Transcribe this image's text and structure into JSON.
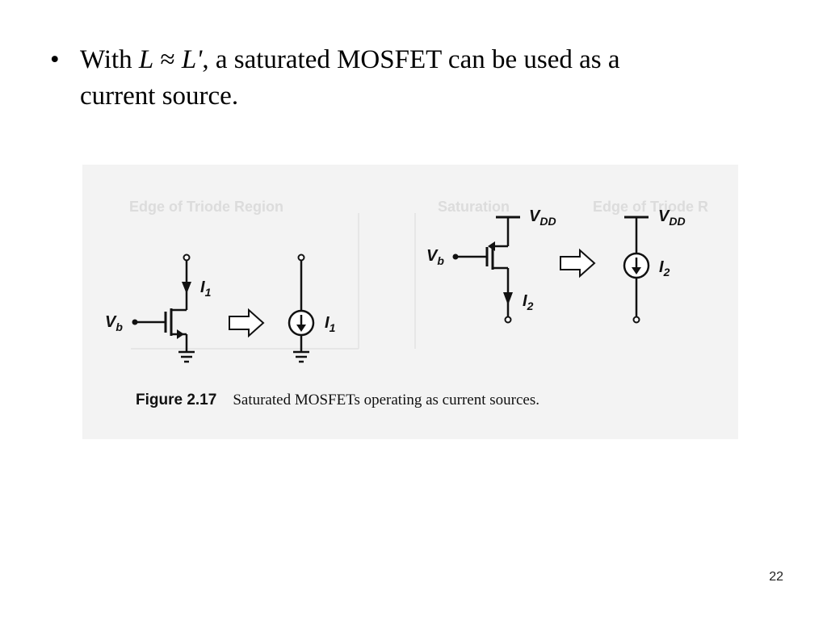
{
  "slide": {
    "bullet": {
      "marker": "•",
      "prefix": "With ",
      "var_l": "L",
      "approx": " ≈ ",
      "var_l_prime": "L'",
      "suffix_line1": ", a saturated MOSFET can be used as a",
      "line2": "current source."
    },
    "page_number": "22"
  },
  "figure": {
    "left_circuit": {
      "gate_label_main": "V",
      "gate_label_sub": "b",
      "current_label_main": "I",
      "current_label_sub": "1"
    },
    "left_source": {
      "current_label_main": "I",
      "current_label_sub": "1"
    },
    "right_circuit": {
      "supply_label_main": "V",
      "supply_label_sub": "DD",
      "gate_label_main": "V",
      "gate_label_sub": "b",
      "current_label_main": "I",
      "current_label_sub": "2"
    },
    "right_source": {
      "supply_label_main": "V",
      "supply_label_sub": "DD",
      "current_label_main": "I",
      "current_label_sub": "2"
    },
    "caption": {
      "number": "Figure 2.17",
      "text": "Saturated MOSFETs operating as current sources."
    },
    "ghost_text": {
      "left": "Edge of Triode Region",
      "middle": "Saturation",
      "right": "Edge of Triode R"
    }
  }
}
